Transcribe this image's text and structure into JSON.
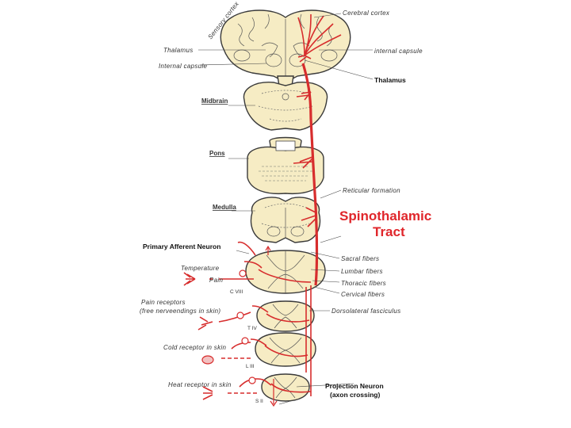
{
  "labels": {
    "sensory_cortex": "Sensory cortex",
    "cerebral_cortex": "Cerebral cortex",
    "thalamus_small": "Thalamus",
    "internal_capsule_left": "Internal capsule",
    "internal_capsule_right": "internal capsule",
    "thalamus_bold": "Thalamus",
    "midbrain": "Midbrain",
    "pons": "Pons",
    "medulla": "Medulla",
    "reticular_formation": "Reticular formation",
    "tract_title_line1": "Spinothalamic",
    "tract_title_line2": "Tract",
    "primary_afferent_neuron": "Primary Afferent Neuron",
    "temperature": "Temperature",
    "pain": "Pain",
    "sacral_fibers": "Sacral fibers",
    "lumbar_fibers": "Lumbar fibers",
    "thoracic_fibers": "Thoracic fibers",
    "cervical_fibers": "Cervical fibers",
    "pain_receptors_line1": "Pain receptors",
    "pain_receptors_line2": "(free nerveendings in skin)",
    "dorsolateral_fasciculus": "Dorsolateral fasciculus",
    "cold_receptor": "Cold receptor in skin",
    "heat_receptor": "Heat receptor in skin",
    "projection_neuron_line1": "Projection Neuron",
    "projection_neuron_line2": "(axon crossing)",
    "seg_c8": "C VIII",
    "seg_t4": "T IV",
    "seg_l3": "L III",
    "seg_s2": "S II"
  },
  "colors": {
    "tract_red": "#d72d2d",
    "tissue_fill": "#f6ecc4",
    "outline": "#3a3a3a"
  }
}
